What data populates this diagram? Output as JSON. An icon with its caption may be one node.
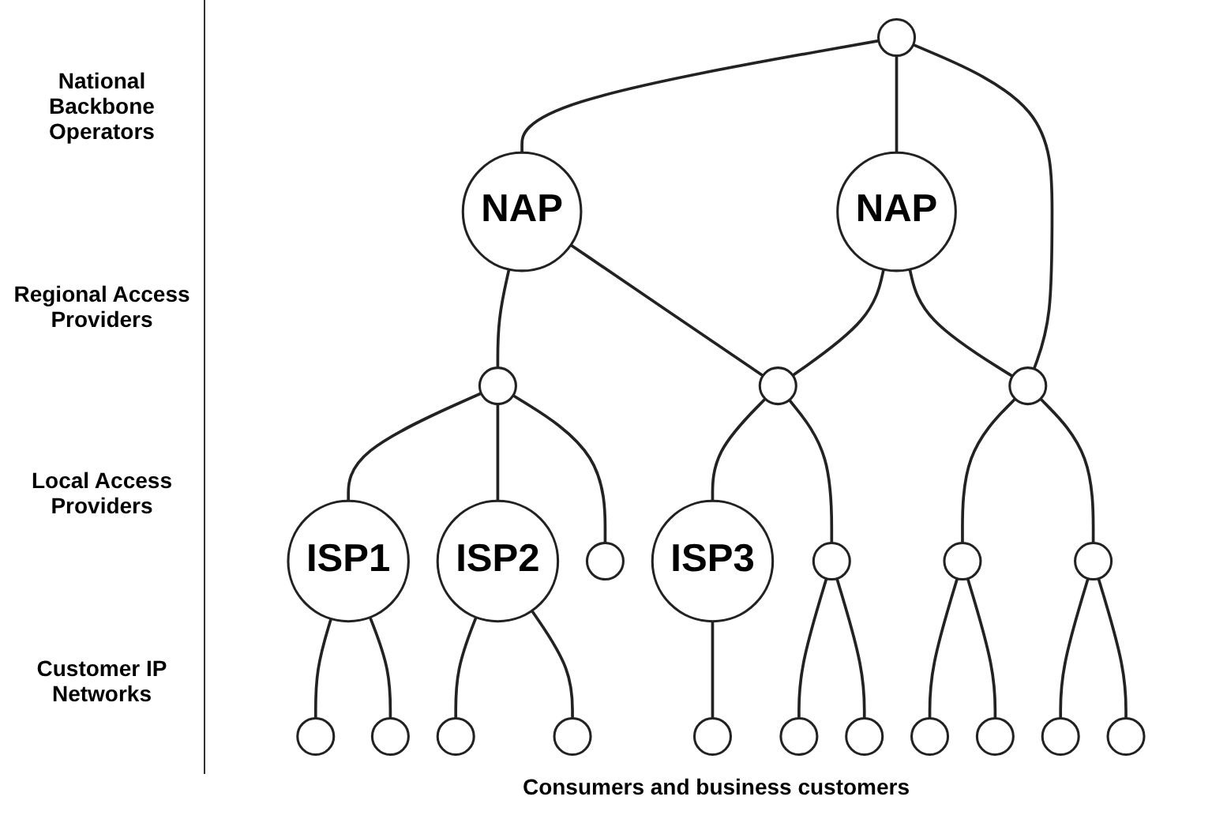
{
  "diagram": {
    "nodes": [
      {
        "text": [],
        "shape": "ellipse"
      },
      {
        "text": [
          "NAP"
        ]
      },
      {
        "text": [
          "NAP"
        ]
      },
      {
        "text": [],
        "shape": "ellipse"
      },
      {
        "text": [],
        "shape": "ellipse"
      },
      {
        "text": [],
        "shape": "ellipse"
      },
      {
        "text": [
          "ISP1"
        ]
      },
      {
        "text": [
          "ISP2"
        ]
      },
      {
        "text": [
          "ISP3"
        ]
      },
      {
        "text": [],
        "shape": "ellipse"
      },
      {
        "text": [],
        "shape": "ellipse"
      },
      {
        "text": [],
        "shape": "ellipse"
      },
      {
        "text": [],
        "shape": "ellipse"
      },
      {
        "text": [],
        "shape": "ellipse"
      },
      {
        "text": [],
        "shape": "ellipse"
      },
      {
        "text": [],
        "shape": "ellipse"
      },
      {
        "text": [],
        "shape": "ellipse"
      },
      {
        "text": [],
        "shape": "ellipse"
      },
      {
        "text": [],
        "shape": "ellipse"
      },
      {
        "text": [],
        "shape": "ellipse"
      },
      {
        "text": [],
        "shape": "ellipse"
      },
      {
        "text": [],
        "shape": "ellipse"
      },
      {
        "text": [],
        "shape": "ellipse"
      },
      {
        "text": [],
        "shape": "ellipse"
      }
    ],
    "edges": [
      {
        "from": 0,
        "to": 1,
        "arrow": "none"
      },
      {
        "from": 0,
        "to": 2,
        "arrow": "none"
      },
      {
        "from": 0,
        "to": 5,
        "arrow": "none"
      },
      {
        "from": 1,
        "to": 3,
        "arrow": "none"
      },
      {
        "from": 1,
        "to": 4,
        "arrow": "none"
      },
      {
        "from": 2,
        "to": 4,
        "arrow": "none"
      },
      {
        "from": 2,
        "to": 5,
        "arrow": "none"
      },
      {
        "from": 3,
        "to": 6,
        "arrow": "none"
      },
      {
        "from": 3,
        "to": 7,
        "arrow": "none"
      },
      {
        "from": 3,
        "to": 16,
        "arrow": "none"
      },
      {
        "from": 4,
        "to": 8,
        "arrow": "none"
      },
      {
        "from": 4,
        "to": 9,
        "arrow": "none"
      },
      {
        "from": 5,
        "to": 10,
        "arrow": "none"
      },
      {
        "from": 5,
        "to": 11,
        "arrow": "none"
      },
      {
        "from": 6,
        "to": 12,
        "arrow": "none"
      },
      {
        "from": 6,
        "to": 13,
        "arrow": "none"
      },
      {
        "from": 7,
        "to": 14,
        "arrow": "none"
      },
      {
        "from": 7,
        "to": 15,
        "arrow": "none"
      },
      {
        "from": 8,
        "to": 17,
        "arrow": "none"
      },
      {
        "from": 9,
        "to": 18,
        "arrow": "none"
      },
      {
        "from": 9,
        "to": 19,
        "arrow": "none"
      },
      {
        "from": 10,
        "to": 20,
        "arrow": "none"
      },
      {
        "from": 10,
        "to": 21,
        "arrow": "none"
      },
      {
        "from": 11,
        "to": 22,
        "arrow": "none"
      },
      {
        "from": 11,
        "to": 23,
        "arrow": "none"
      }
    ],
    "labels": [
      "National Backbone Operators",
      "Regional Access Providers",
      "Local Access Providers",
      "Customer IP Networks",
      "Consumers and business customers"
    ]
  }
}
